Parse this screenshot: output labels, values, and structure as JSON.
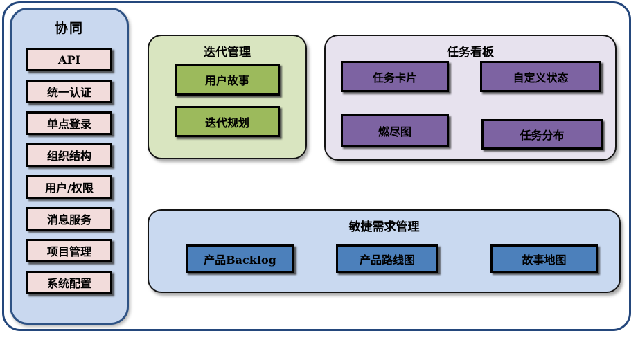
{
  "sidebar": {
    "title": "协同",
    "items": [
      "API",
      "统一认证",
      "单点登录",
      "组织结构",
      "用户/权限",
      "消息服务",
      "项目管理",
      "系统配置"
    ]
  },
  "groups": {
    "iteration": {
      "title": "迭代管理",
      "items": [
        "用户故事",
        "迭代规划"
      ]
    },
    "taskboard": {
      "title": "任务看板",
      "items": [
        "任务卡片",
        "自定义状态",
        "燃尽图",
        "任务分布"
      ]
    },
    "agile": {
      "title": "敏捷需求管理",
      "items": [
        "产品Backlog",
        "产品路线图",
        "故事地图"
      ]
    }
  },
  "palette": {
    "frame_border": "#24477c",
    "sidebar_bg": "#c9d8ef",
    "sidebar_border": "#2e5284",
    "sidebar_item_bg": "#f2dcdb",
    "iteration_group_bg": "#d9e5c0",
    "iteration_item_bg": "#9cba5c",
    "taskboard_group_bg": "#e7e2ee",
    "taskboard_item_bg": "#7d63a2",
    "agile_group_bg": "#c9d9f0",
    "agile_item_bg": "#4c80bb",
    "box_border": "#000000",
    "text": "#000000"
  }
}
